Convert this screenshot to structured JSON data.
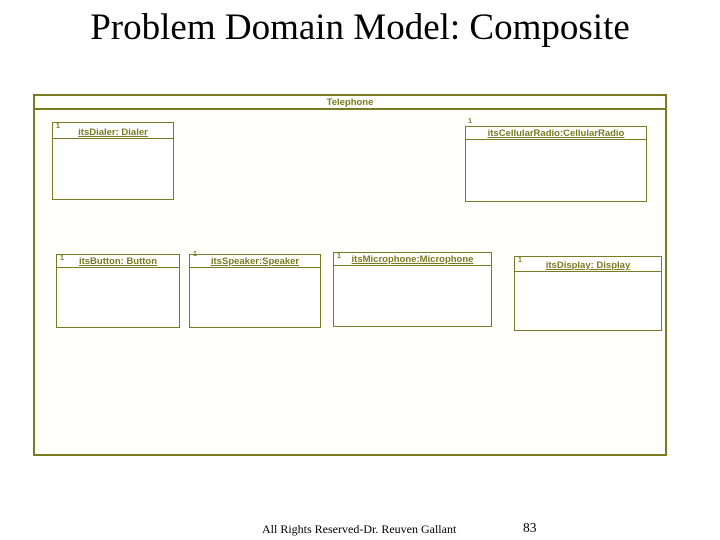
{
  "slide": {
    "title": "Problem Domain Model: Composite",
    "footer": "All Rights Reserved-Dr. Reuven Gallant",
    "page_number": "83"
  },
  "diagram": {
    "title": "Telephone",
    "type": "uml-composite-structure",
    "colors": {
      "line": "#7a7a22",
      "fill": "#ffffff",
      "title_text": "#000000"
    },
    "objects": [
      {
        "id": "dialer",
        "label": "itsDialer: Dialer",
        "multiplicity": "1"
      },
      {
        "id": "cellular-radio",
        "label": "itsCellularRadio:CellularRadio",
        "multiplicity": "1"
      },
      {
        "id": "button",
        "label": "itsButton: Button",
        "multiplicity": "1"
      },
      {
        "id": "speaker",
        "label": "itsSpeaker:Speaker",
        "multiplicity": "1"
      },
      {
        "id": "microphone",
        "label": "itsMicrophone:Microphone",
        "multiplicity": "1"
      },
      {
        "id": "display",
        "label": "itsDisplay: Display",
        "multiplicity": "1"
      }
    ]
  }
}
